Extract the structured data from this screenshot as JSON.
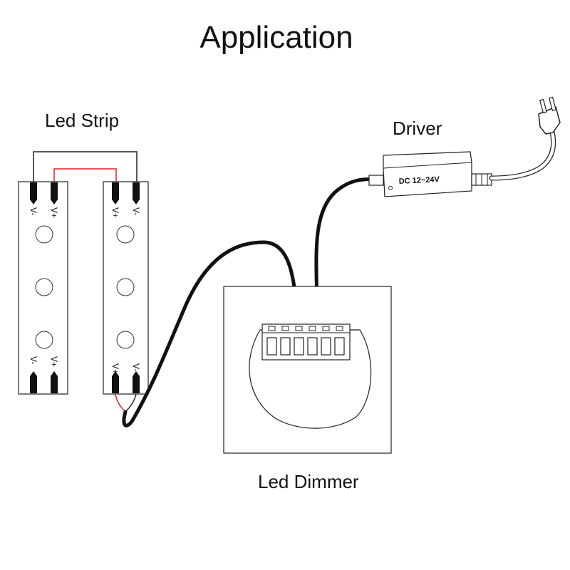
{
  "title": "Application",
  "labels": {
    "led_strip": "Led Strip",
    "driver": "Driver",
    "led_dimmer": "Led Dimmer"
  },
  "driver_box": {
    "rating": "DC 12~24V"
  },
  "strip_pins": {
    "left_top": [
      "V-",
      "V+"
    ],
    "right_top": [
      "V+",
      "V-"
    ],
    "left_bottom": [
      "V-",
      "V+"
    ],
    "right_bottom": [
      "V+",
      "V-"
    ]
  },
  "colors": {
    "line": "#111111",
    "wire_red": "#e02020",
    "background": "#ffffff"
  }
}
